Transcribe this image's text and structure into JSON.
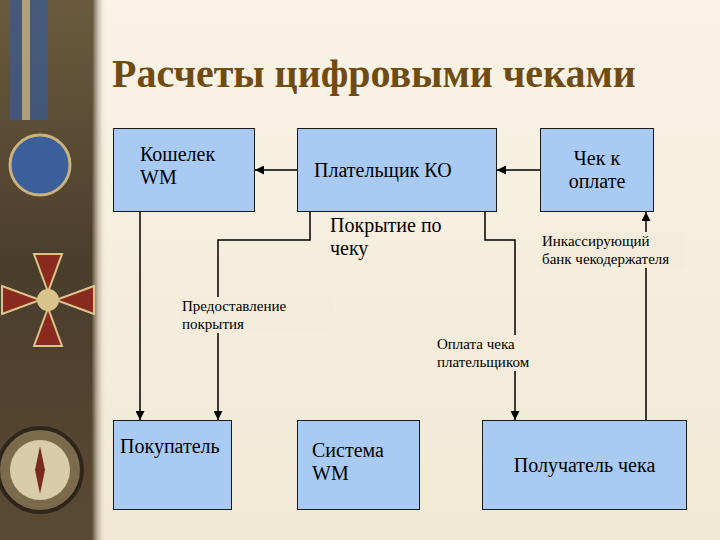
{
  "diagram": {
    "title": "Расчеты цифровыми чеками",
    "nodes": [
      {
        "text": [
          "Кошелек WM"
        ]
      },
      {
        "text": [
          "Плательщик КО"
        ]
      },
      {
        "text": [
          "Чек к оплате"
        ]
      },
      {
        "text": [
          "Покупатель"
        ]
      },
      {
        "text": [
          "Система WM"
        ]
      },
      {
        "text": [
          "Получатель чека"
        ]
      }
    ],
    "edges": [
      {
        "from": 1,
        "to": 0,
        "arrow": "to"
      },
      {
        "from": 2,
        "to": 1,
        "arrow": "to"
      },
      {
        "from": 0,
        "to": 3,
        "arrow": "to"
      },
      {
        "from": 1,
        "to": 3,
        "label": "Предоставление покрытия",
        "arrow": "to"
      },
      {
        "from": 1,
        "to": 5,
        "label": "Оплата чека плательщиком",
        "arrow": "to"
      },
      {
        "from": 5,
        "to": 2,
        "label": "Инкассирующий банк чекодержателя",
        "arrow": "to"
      }
    ],
    "labels": [
      "Покрытие по чеку"
    ]
  }
}
